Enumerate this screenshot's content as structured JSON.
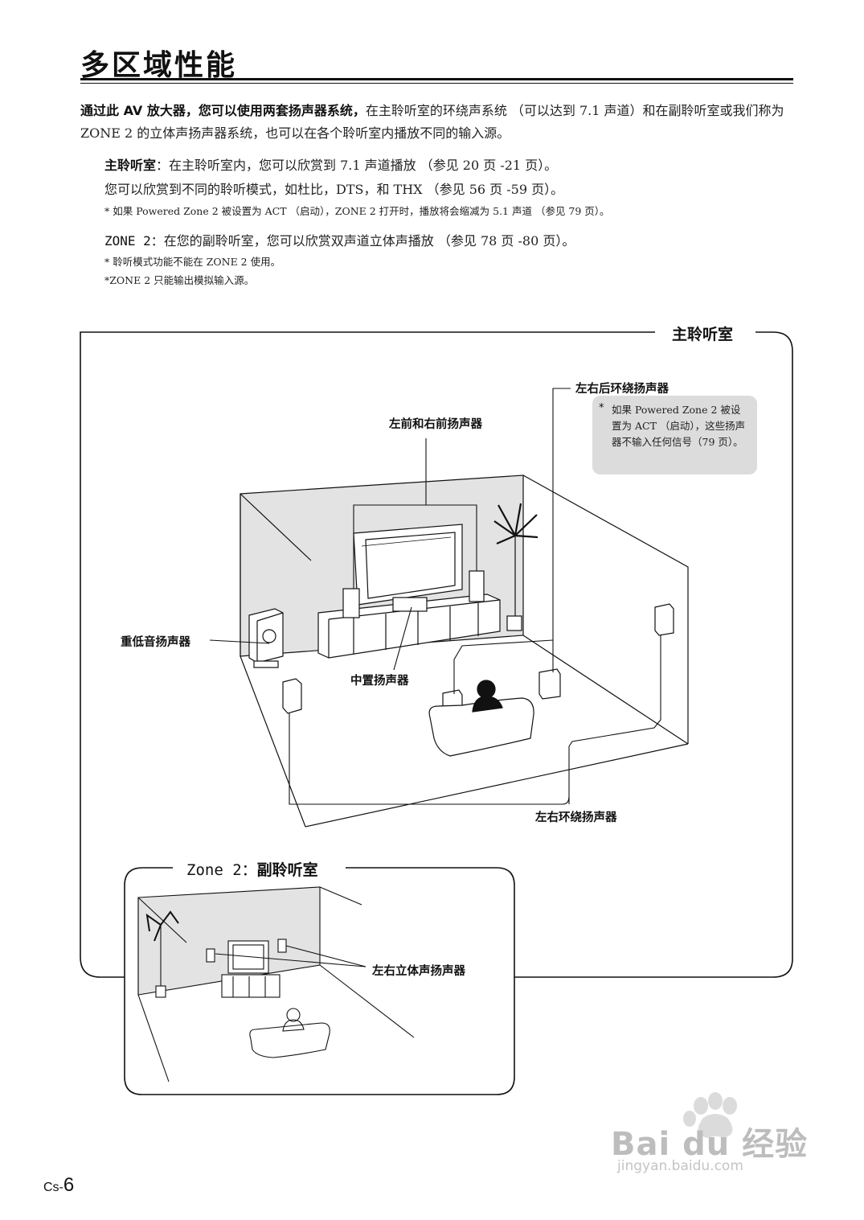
{
  "page": {
    "title": "多区域性能",
    "intro_bold": "通过此 AV 放大器，您可以使用两套扬声器系统，",
    "intro_rest": "在主聆听室的环绕声系统 （可以达到 7.1 声道）和在副聆听室或我们称为 ZONE 2 的立体声扬声器系统，也可以在各个聆听室内播放不同的输入源。",
    "main_room_label": "主聆听室",
    "main_room_text": "：在主聆听室内，您可以欣赏到 7.1 声道播放 （参见 20 页 -21 页）。",
    "main_room_line2": "您可以欣赏到不同的聆听模式，如杜比，DTS，和 THX （参见 56 页 -59 页）。",
    "main_room_note": "* 如果 Powered Zone 2 被设置为 ACT （启动），ZONE 2 打开时，播放将会缩减为 5.1 声道 （参见 79 页）。",
    "zone2_label": "ZONE 2",
    "zone2_text": "：在您的副聆听室，您可以欣赏双声道立体声播放 （参见 78 页 -80 页）。",
    "zone2_note1": "* 聆听模式功能不能在 ZONE 2 使用。",
    "zone2_note2": "*ZONE 2 只能输出模拟输入源。",
    "page_prefix": "Cs-",
    "page_number": "6"
  },
  "diagram": {
    "main_room_title": "主聆听室",
    "zone2_title_prefix": "Zone 2：",
    "zone2_title_cn": "副聆听室",
    "labels": {
      "rear_surround": "左右后环绕扬声器",
      "front_lr": "左前和右前扬声器",
      "subwoofer": "重低音扬声器",
      "center": "中置扬声器",
      "surround_lr": "左右环绕扬声器",
      "stereo_lr": "左右立体声扬声器"
    },
    "callout_star": "*",
    "callout_text": "如果 Powered Zone 2 被设置为 ACT （启动），这些扬声器不输入任何信号（79 页）。"
  },
  "watermark": {
    "text": "Bai du 经验",
    "url": "jingyan.baidu.com"
  }
}
